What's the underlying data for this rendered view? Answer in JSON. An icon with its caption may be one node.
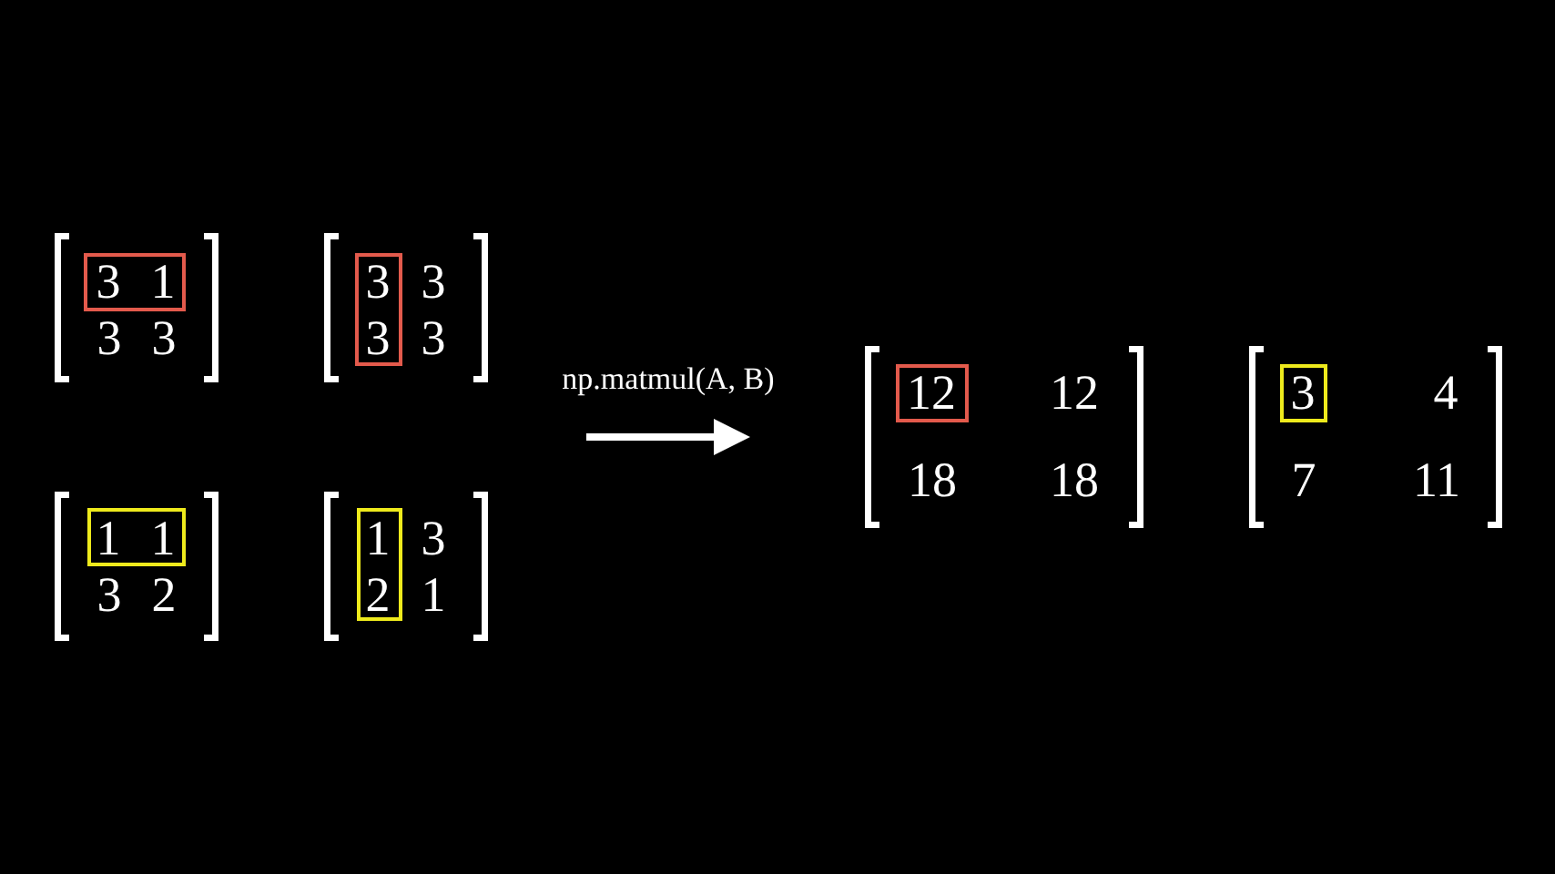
{
  "diagram": {
    "nodes": [
      {
        "text": [
          "3",
          "3"
        ]
      },
      {
        "text": [
          "3",
          "1"
        ],
        "in": 0
      },
      {
        "text": [
          "3",
          "3"
        ]
      },
      {
        "text": [
          "3",
          "3"
        ],
        "in": 2
      },
      {
        "text": [
          "3",
          "2"
        ]
      },
      {
        "text": [
          "1",
          "1"
        ],
        "in": 4
      },
      {
        "text": [
          "3",
          "1"
        ]
      },
      {
        "text": [
          "1",
          "2"
        ],
        "in": 6
      },
      {
        "text": [
          "12",
          "18",
          "18"
        ]
      },
      {
        "text": [
          "12"
        ],
        "in": 8
      },
      {
        "text": [
          "4",
          "7",
          "11"
        ]
      },
      {
        "text": [
          "3"
        ],
        "in": 10
      }
    ],
    "labels": [
      "np.matmul(A, B)"
    ]
  }
}
